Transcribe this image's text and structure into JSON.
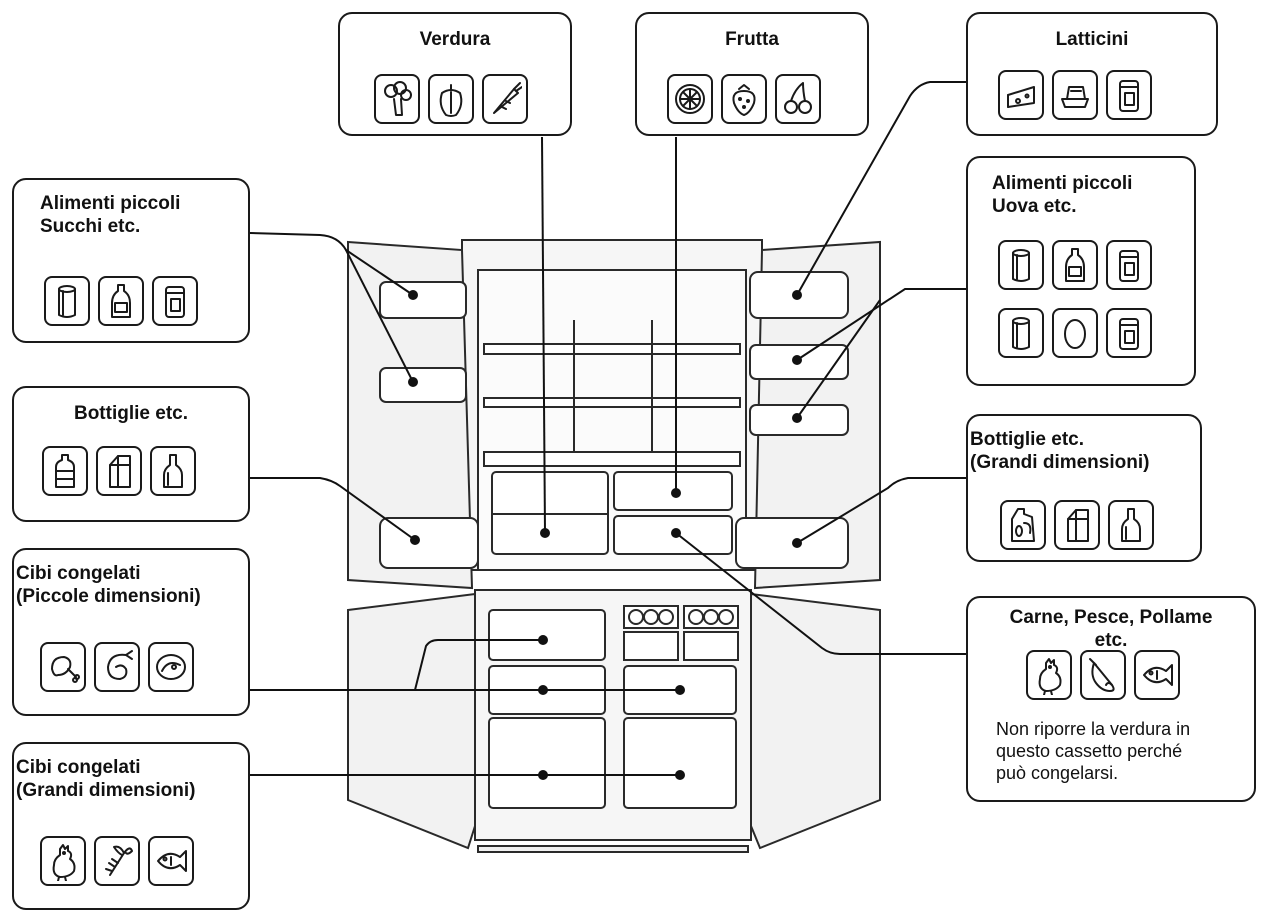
{
  "labels": {
    "verdura": {
      "title": "Verdura",
      "icons": [
        "broccoli-icon",
        "pepper-icon",
        "carrot-icon"
      ]
    },
    "frutta": {
      "title": "Frutta",
      "icons": [
        "citrus-slice-icon",
        "strawberry-icon",
        "cherry-icon"
      ]
    },
    "latticini": {
      "title": "Latticini",
      "icons": [
        "cheese-icon",
        "butter-dish-icon",
        "jar-icon"
      ]
    },
    "alimenti_succhi": {
      "title": "Alimenti piccoli\nSucchi etc.",
      "icons": [
        "can-icon",
        "bottle-icon",
        "jar-icon"
      ]
    },
    "alimenti_uova": {
      "title": "Alimenti piccoli\nUova etc.",
      "icons": [
        "can-icon",
        "bottle-icon",
        "jar-icon",
        "can-icon",
        "egg-icon",
        "jar-icon"
      ]
    },
    "bottiglie": {
      "title": "Bottiglie etc.",
      "icons": [
        "water-bottle-icon",
        "milk-carton-icon",
        "wine-bottle-icon"
      ]
    },
    "bottiglie_grandi": {
      "title": "Bottiglie etc.\n(Grandi dimensioni)",
      "icons": [
        "jug-icon",
        "milk-carton-icon",
        "wine-bottle-icon"
      ]
    },
    "congelati_piccoli": {
      "title": "Cibi congelati\n(Piccole dimensioni)",
      "icons": [
        "chicken-leg-icon",
        "shrimp-icon",
        "fish-steak-icon"
      ]
    },
    "congelati_grandi": {
      "title": "Cibi congelati\n(Grandi dimensioni)",
      "icons": [
        "rooster-icon",
        "lobster-icon",
        "fish-icon"
      ]
    },
    "carne": {
      "title": "Carne, Pesce, Pollame\netc.",
      "icons": [
        "rooster-icon",
        "ham-icon",
        "fish-icon"
      ],
      "note": "Non riporre la verdura in\nquesto cassetto perché\npuò congelarsi."
    }
  }
}
